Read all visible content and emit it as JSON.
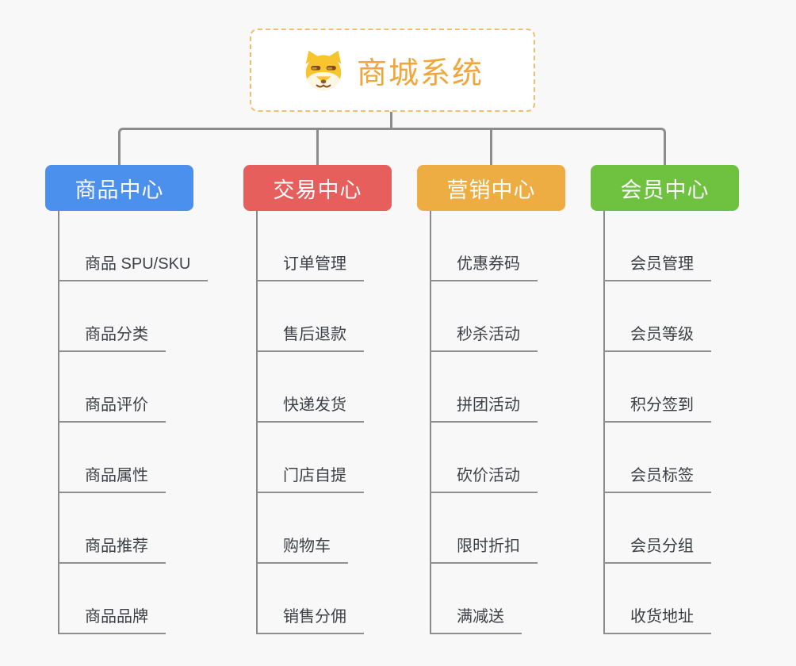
{
  "root": {
    "title": "商城系统",
    "icon": "dog-face-icon"
  },
  "branches": [
    {
      "label": "商品中心",
      "color": "#4B90EC",
      "items": [
        "商品 SPU/SKU",
        "商品分类",
        "商品评价",
        "商品属性",
        "商品推荐",
        "商品品牌"
      ]
    },
    {
      "label": "交易中心",
      "color": "#E65F5C",
      "items": [
        "订单管理",
        "售后退款",
        "快递发货",
        "门店自提",
        "购物车",
        "销售分佣"
      ]
    },
    {
      "label": "营销中心",
      "color": "#EDAD42",
      "items": [
        "优惠券码",
        "秒杀活动",
        "拼团活动",
        "砍价活动",
        "限时折扣",
        "满减送"
      ]
    },
    {
      "label": "会员中心",
      "color": "#6EC23F",
      "items": [
        "会员管理",
        "会员等级",
        "积分签到",
        "会员标签",
        "会员分组",
        "收货地址"
      ]
    }
  ],
  "colors": {
    "background": "#F8F8F8",
    "root_text": "#F0A63B",
    "root_border": "#F2BE6E",
    "connector": "#8C8C8C",
    "leaf_text": "#3C3F45",
    "leaf_underline": "#8F8F8F"
  }
}
